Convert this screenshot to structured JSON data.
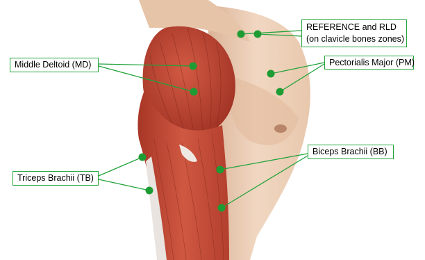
{
  "labels": {
    "reference": [
      "REFERENCE and RLD",
      "(on clavicle bones zones)"
    ],
    "middle_deltoid": "Middle Deltoid (MD)",
    "pectoralis_major": "Pectorialis Major (PM)",
    "triceps_brachii": "Triceps Brachii (TB)",
    "biceps_brachii": "Biceps Brachii (BB)"
  },
  "colors": {
    "marker": "#1e9c34",
    "leader": "#22a33a",
    "skin": "#ecd0b7",
    "muscle": "#c24a36",
    "tendon": "#e9e4df"
  }
}
